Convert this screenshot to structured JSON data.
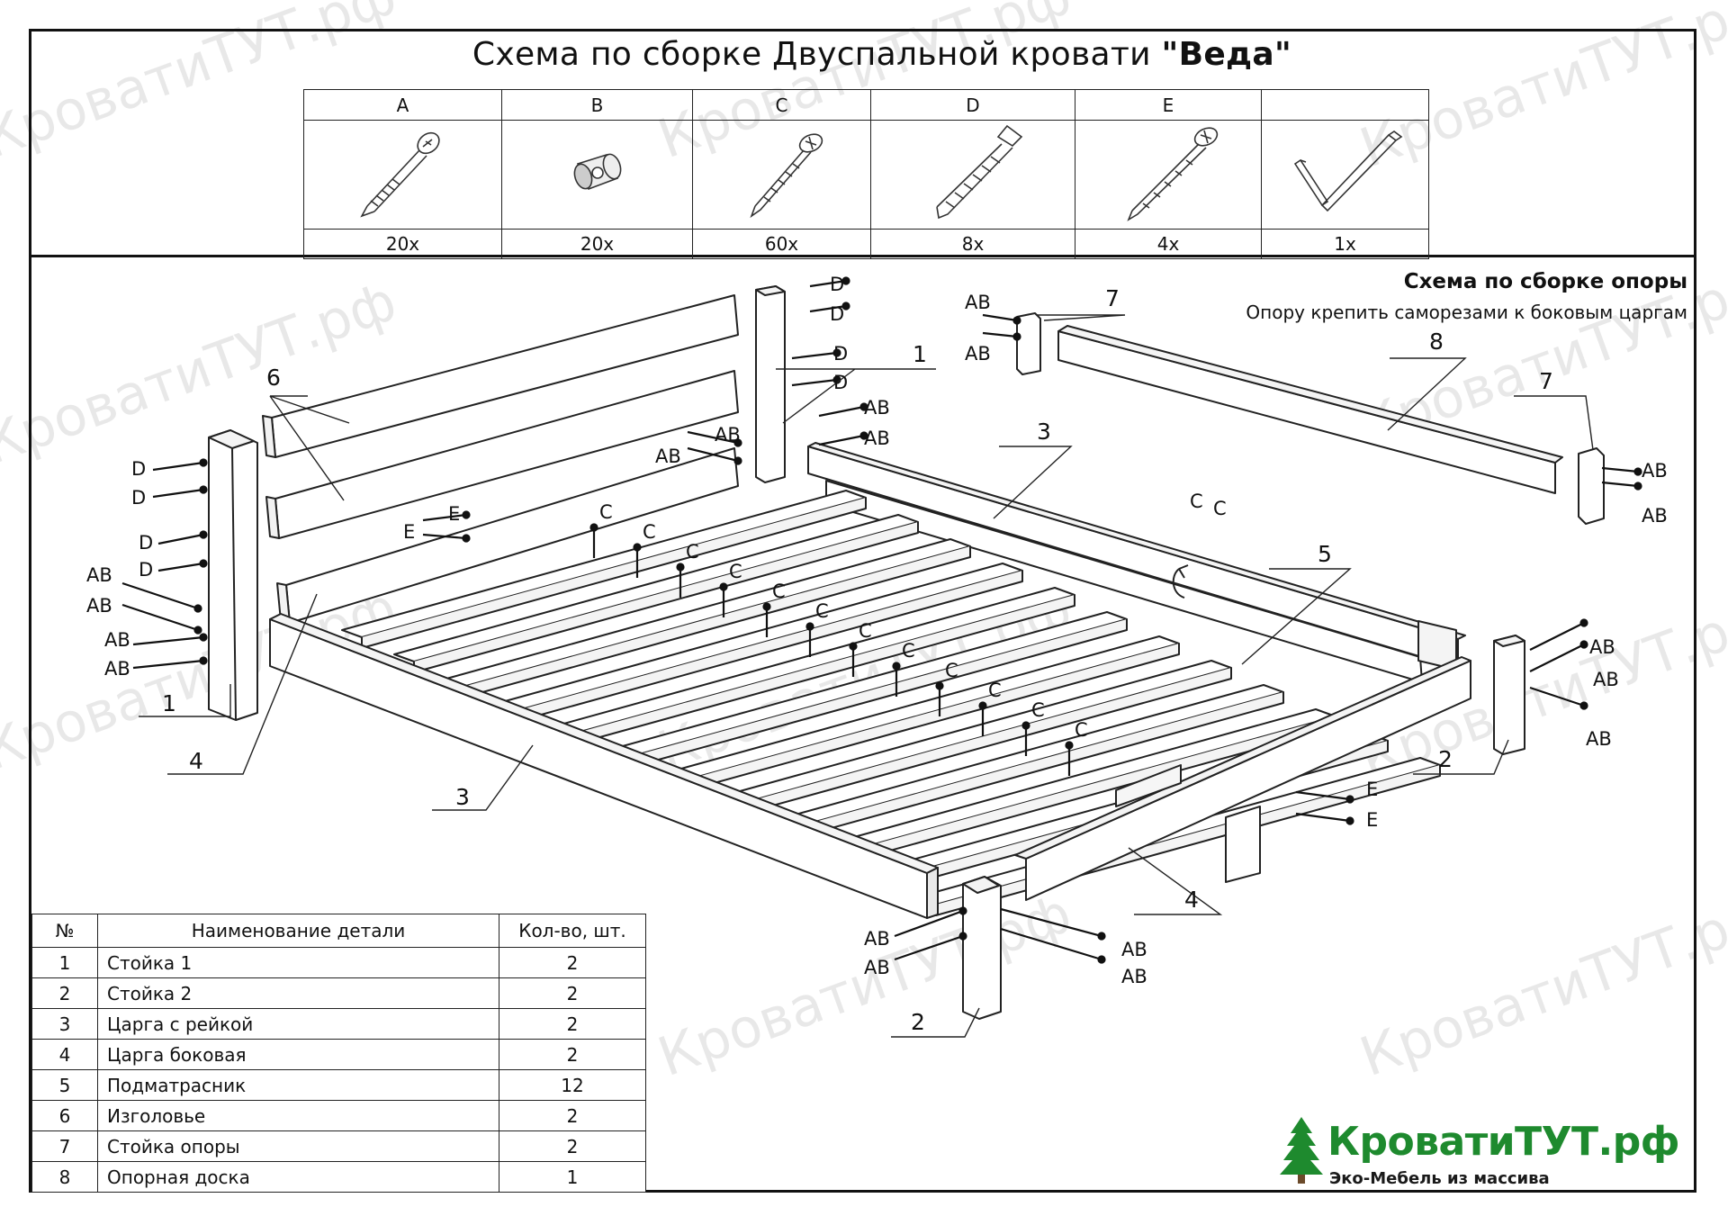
{
  "document": {
    "title_prefix": "Схема по сборке Двуспальной кровати ",
    "title_model": "\"Веда\""
  },
  "hardware": [
    {
      "letter": "A",
      "icon": "long-screw-icon",
      "qty": "20x"
    },
    {
      "letter": "B",
      "icon": "barrel-nut-icon",
      "qty": "20x"
    },
    {
      "letter": "C",
      "icon": "wood-screw-icon",
      "qty": "60x"
    },
    {
      "letter": "D",
      "icon": "confirmat-screw-icon",
      "qty": "8x"
    },
    {
      "letter": "E",
      "icon": "self-tapping-screw-icon",
      "qty": "4x"
    },
    {
      "letter": "",
      "icon": "hex-key-icon",
      "qty": "1x"
    }
  ],
  "support": {
    "title": "Схема по сборке опоры",
    "note": "Опору крепить саморезами к боковым царгам"
  },
  "drawing_labels": {
    "ab": "AB",
    "c": "C",
    "d": "D",
    "e": "E",
    "n1": "1",
    "n2": "2",
    "n3": "3",
    "n4": "4",
    "n5": "5",
    "n6": "6",
    "n7": "7",
    "n8": "8"
  },
  "parts_table": {
    "headers": [
      "№",
      "Наименование детали",
      "Кол-во, шт."
    ],
    "rows": [
      {
        "no": "1",
        "name": "Стойка 1",
        "qty": "2"
      },
      {
        "no": "2",
        "name": "Стойка 2",
        "qty": "2"
      },
      {
        "no": "3",
        "name": "Царга с рейкой",
        "qty": "2"
      },
      {
        "no": "4",
        "name": "Царга боковая",
        "qty": "2"
      },
      {
        "no": "5",
        "name": "Подматрасник",
        "qty": "12"
      },
      {
        "no": "6",
        "name": "Изголовье",
        "qty": "2"
      },
      {
        "no": "7",
        "name": "Стойка опоры",
        "qty": "2"
      },
      {
        "no": "8",
        "name": "Опорная доска",
        "qty": "1"
      }
    ]
  },
  "brand": {
    "name": "КроватиТУТ.рф",
    "tagline": "Эко-Мебель из массива",
    "watermark": "КроватиТУТ.рф",
    "color": "#1e8a2e",
    "icon": "pine-tree-icon"
  }
}
